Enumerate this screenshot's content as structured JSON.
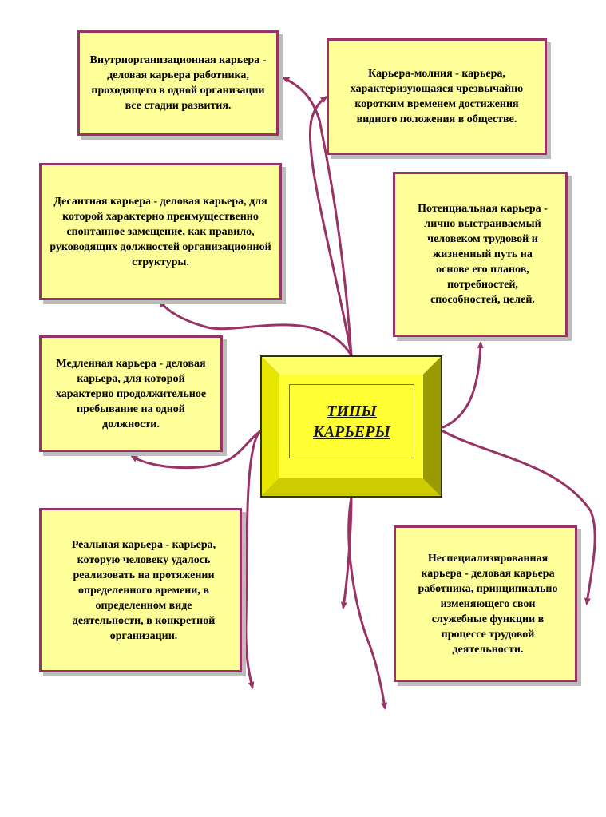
{
  "colors": {
    "box_fill": "#ffff99",
    "box_border": "#993366",
    "arrow": "#993366",
    "center_fill": "#ffff33",
    "center_bevel_light": "#ffff66",
    "center_bevel_dark": "#999900"
  },
  "center": {
    "title": "ТИПЫ\nКАРЬЕРЫ"
  },
  "boxes": {
    "intraorg": "Внутриорганизационная карьера - деловая карьера работника, проходящего в одной организации все стадии развития.",
    "lightning": "Карьера-молния - карьера, характеризующаяся чрезвычайно коротким временем достижения видного положения в обществе.",
    "landing": "Десантная карьера - деловая карьера, для которой характерно преимущественно спонтанное замещение, как правило, руководящих должностей организационной структуры.",
    "potential": "Потенциальная карьера - лично выстраиваемый человеком трудовой и жизненный путь на основе его планов, потребностей, способностей, целей.",
    "slow": "Медленная карьера - деловая карьера, для которой характерно продолжительное пребывание на одной должности.",
    "real": "Реальная карьера - карьера, которую человеку удалось реализовать на протяжении определенного времени, в определенном виде деятельности, в конкретной организации.",
    "nonspecialized": "Неспециализированная карьера - деловая карьера работника, принципиально изменяющего свои служебные функции в процессе трудовой деятельности."
  }
}
